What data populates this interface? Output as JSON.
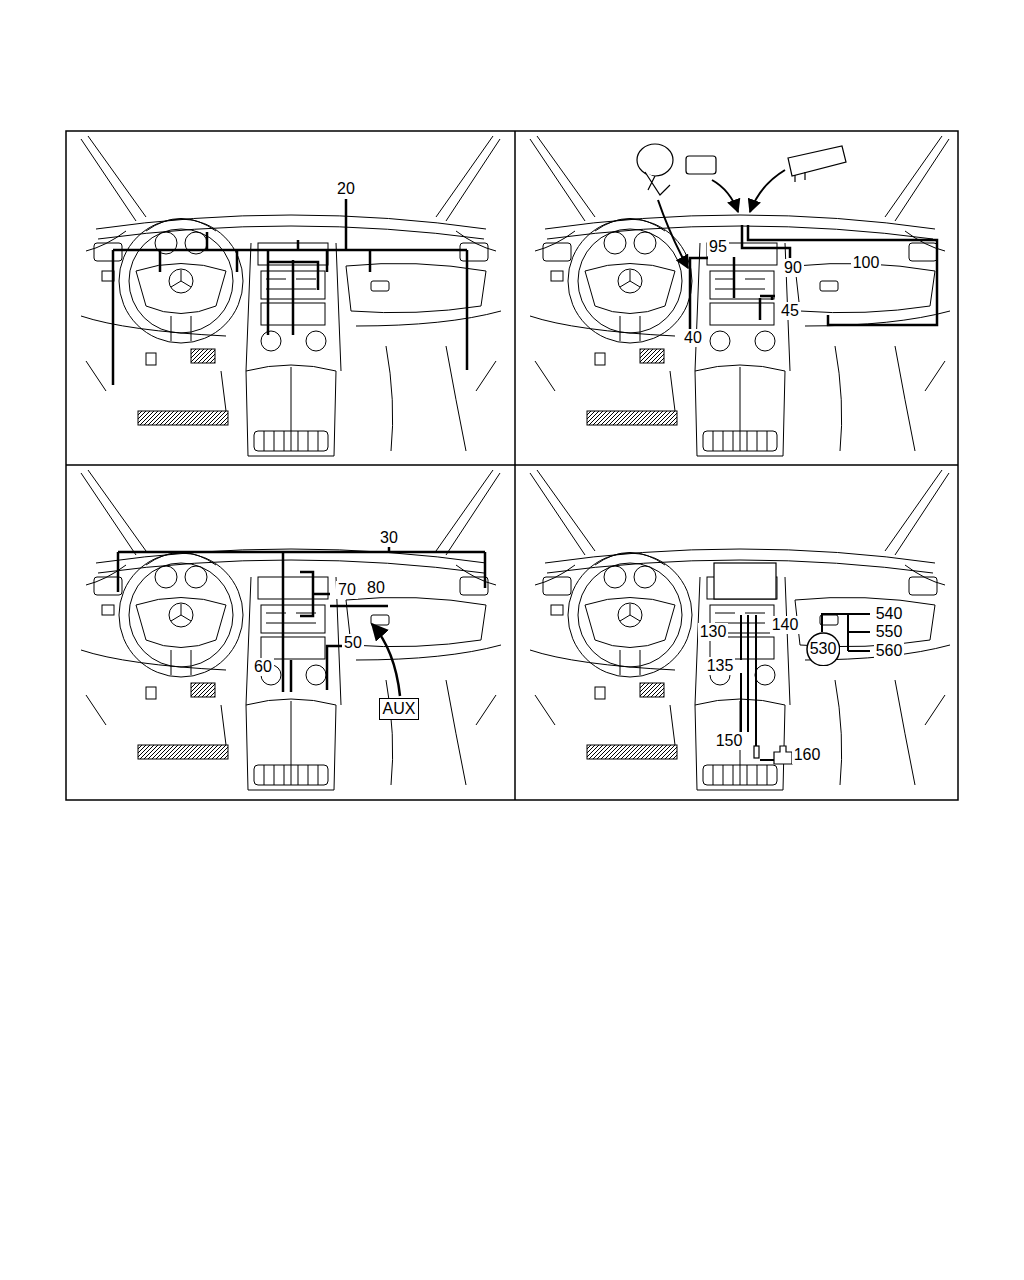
{
  "diagram": {
    "nodes": [
      {
        "text": [
          "AUX"
        ]
      },
      {
        "text": [
          "530"
        ]
      }
    ],
    "labels": [
      "20",
      "95",
      "90",
      "100",
      "45",
      "40",
      "30",
      "70",
      "80",
      "50",
      "60",
      "130",
      "140",
      "135",
      "150",
      "160",
      "540",
      "550",
      "560"
    ]
  }
}
